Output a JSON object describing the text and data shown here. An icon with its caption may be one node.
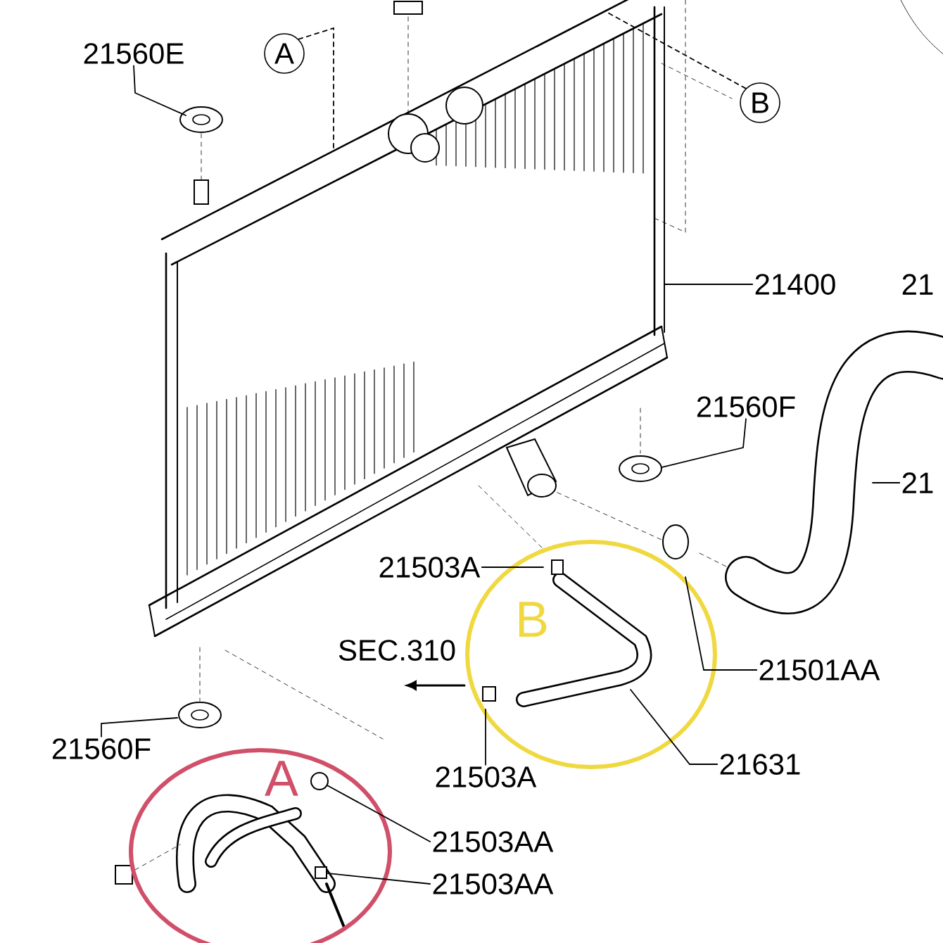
{
  "diagram": {
    "nodes": [
      {
        "text": [
          "21560E"
        ]
      },
      {
        "text": [
          "A"
        ]
      },
      {
        "text": [
          "B"
        ]
      },
      {
        "text": [
          "21400"
        ]
      },
      {
        "text": [
          "21560F"
        ]
      },
      {
        "text": [
          "21"
        ]
      },
      {
        "text": [
          "21503A"
        ]
      },
      {
        "text": [
          "21501AA"
        ]
      },
      {
        "text": [
          "21631"
        ]
      },
      {
        "text": [
          "21503A"
        ]
      },
      {
        "text": [
          "21560F"
        ]
      },
      {
        "text": [
          "21503AA"
        ]
      },
      {
        "text": [
          "21503AA"
        ]
      },
      {
        "text": [],
        "shape": "circle"
      },
      {
        "text": [],
        "shape": "box"
      }
    ],
    "edges": [
      {
        "from": 0,
        "to": null,
        "arrow": "none"
      },
      {
        "from": 1,
        "to": null,
        "arrow": "none",
        "style": "dashed"
      },
      {
        "from": 2,
        "to": null,
        "arrow": "none",
        "style": "dashed"
      },
      {
        "from": 3,
        "to": null,
        "arrow": "none"
      },
      {
        "from": 4,
        "to": null,
        "arrow": "none"
      },
      {
        "from": 5,
        "to": null,
        "arrow": "none"
      },
      {
        "from": 6,
        "to": null,
        "arrow": "none"
      },
      {
        "from": 7,
        "to": null,
        "arrow": "none"
      },
      {
        "from": 8,
        "to": null,
        "arrow": "none"
      },
      {
        "from": 9,
        "to": null,
        "arrow": "none"
      },
      {
        "from": 10,
        "to": null,
        "arrow": "none"
      },
      {
        "from": 11,
        "to": 13,
        "arrow": "none"
      },
      {
        "from": 12,
        "to": 14,
        "arrow": "none"
      }
    ],
    "labels": [
      "21",
      "B",
      "SEC.310",
      "A"
    ]
  }
}
